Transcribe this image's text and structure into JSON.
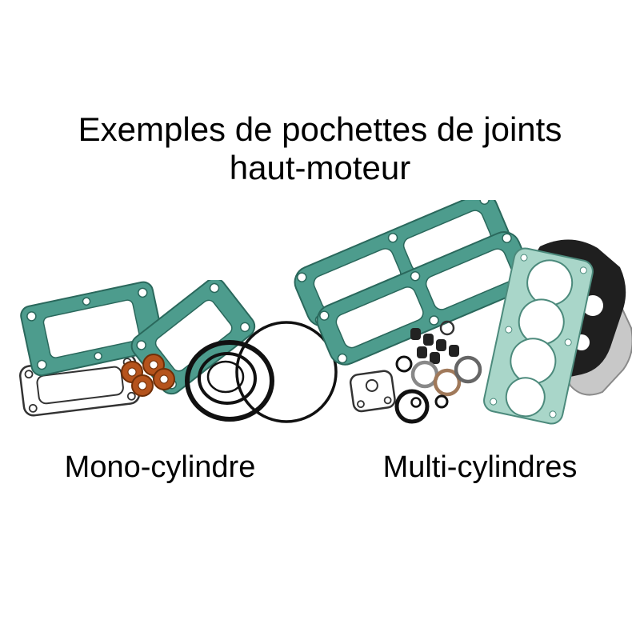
{
  "title": {
    "line1": "Exemples de pochettes de joints",
    "line2": "haut-moteur"
  },
  "figures": {
    "mono": {
      "label": "Mono-cylindre",
      "illustrated_parts": [
        "cylinder-base-gasket",
        "cylinder-head-gasket",
        "paper-gasket",
        "copper-washers",
        "o-ring-set",
        "large-o-ring"
      ]
    },
    "multi": {
      "label": "Multi-cylindres",
      "illustrated_parts": [
        "valve-cover-gasket-upper",
        "valve-cover-gasket-lower",
        "black-head-gasket",
        "grey-gasket",
        "four-cylinder-head-gasket",
        "valve-stem-seals",
        "metal-rings",
        "small-paper-gasket",
        "o-ring-with-seal"
      ]
    }
  },
  "colors": {
    "background": "#ffffff",
    "text": "#000000",
    "gasket_teal": "#4d9c8d",
    "gasket_teal_outline": "#2a685c",
    "gasket_light_green": "#a9d6c9",
    "gasket_light_green_outline": "#4c8a7c",
    "copper_washer": "#b5531c",
    "ring_black": "#111111",
    "black_gasket": "#1f1f1f"
  }
}
